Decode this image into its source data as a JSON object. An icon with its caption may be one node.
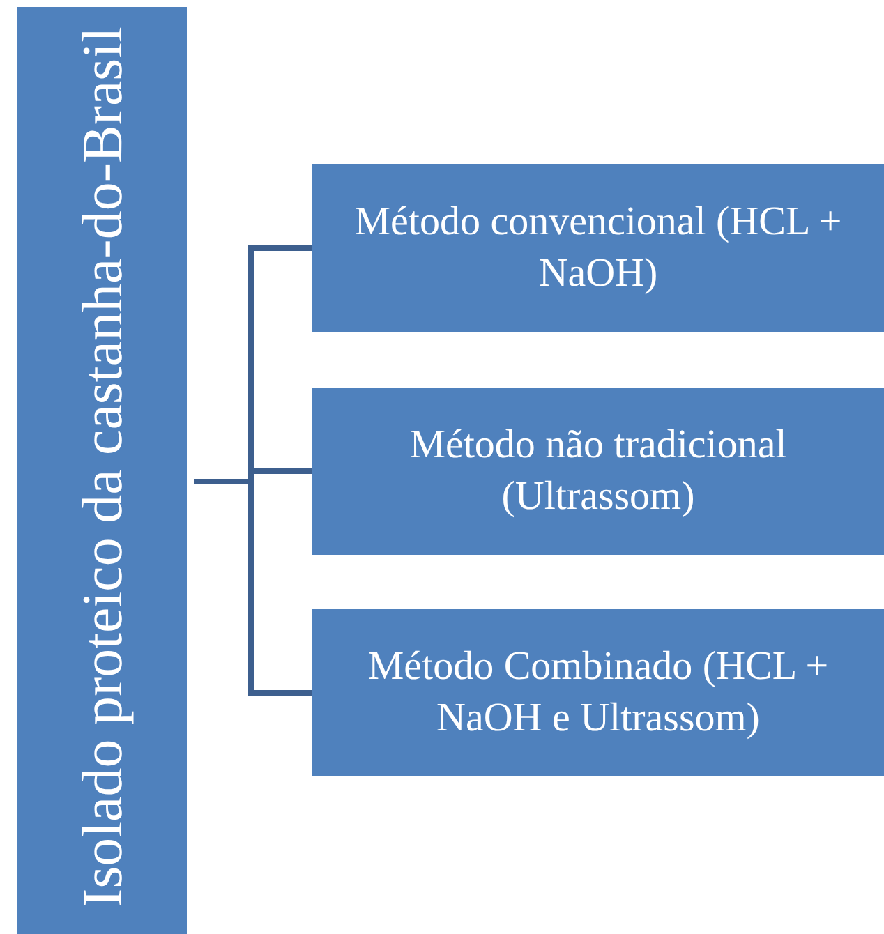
{
  "diagram": {
    "nodes": [
      {
        "text": [
          "Isolado proteico da castanha-do-Brasil"
        ]
      },
      {
        "text": [
          "Método convencional (HCL + NaOH)"
        ]
      },
      {
        "text": [
          "Método não tradicional (Ultrassom)"
        ]
      },
      {
        "text": [
          "Método Combinado (HCL + NaOH e Ultrassom)"
        ]
      }
    ],
    "edges": [
      {
        "from": 0,
        "to": 1,
        "arrow": "none"
      },
      {
        "from": 0,
        "to": 2,
        "arrow": "none"
      },
      {
        "from": 0,
        "to": 3,
        "arrow": "none"
      }
    ]
  }
}
